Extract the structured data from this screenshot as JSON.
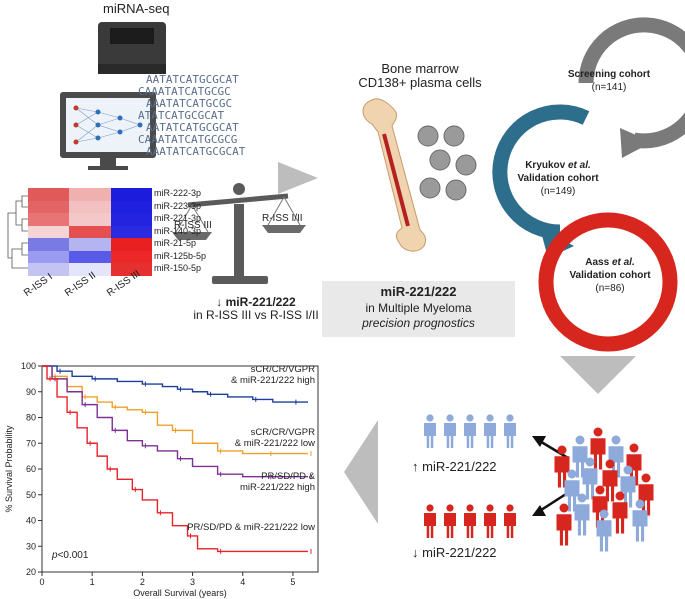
{
  "top_left": {
    "title": "miRNA-seq",
    "sequence_lines": [
      "AATATCATGCGCAT",
      "CAAATATCATGCGC",
      "AAATATCATGCGC",
      "ATATCATGCGCAT",
      "AATATCATGCGCAT",
      "CAAATATCATGCGCG",
      "AAATATCATGCGCAT"
    ]
  },
  "heatmap": {
    "rows": [
      "miR-222-3p",
      "miR-223-3p",
      "miR-221-3p",
      "miR-140-3p",
      "miR-21-5p",
      "miR-125b-5p",
      "miR-150-5p"
    ],
    "columns": [
      "R-ISS I",
      "R-ISS II",
      "R-ISS III"
    ]
  },
  "scale": {
    "left_pan": "R-ISS III",
    "right_pan": "R-ISS I/II",
    "caption_arrow": "↓",
    "caption_bold": "miR-221/222",
    "caption_line2": "in R-ISS III vs R-ISS I/II"
  },
  "sample": {
    "line1": "Bone marrow",
    "line2": "CD138+ plasma cells"
  },
  "message": {
    "bold": "miR-221/222",
    "line2": "in Multiple Myeloma",
    "line3": "precision prognostics"
  },
  "cohorts": [
    {
      "name": "Screening cohort",
      "n": "(n=141)",
      "color": "#7a7a7a"
    },
    {
      "name_prefix": "Kryukov ",
      "name_italic": "et al.",
      "name_suffix": "",
      "line2": "Validation cohort",
      "n": "(n=149)",
      "color": "#2d6e8c"
    },
    {
      "name_prefix": "Aass ",
      "name_italic": "et al.",
      "name_suffix": "",
      "line2": "Validation cohort",
      "n": "(n=86)",
      "color": "#d7261e"
    }
  ],
  "groups": {
    "high": "↑  miR-221/222",
    "low": "↓  miR-221/222",
    "high_color": "#8eaadb",
    "low_color": "#d7261e"
  },
  "chart_data": {
    "type": "line",
    "xlabel": "Overall Survival (years)",
    "ylabel": "% Survival Probability",
    "xlim": [
      0,
      5.5
    ],
    "ylim": [
      20,
      100
    ],
    "xticks": [
      0,
      1,
      2,
      3,
      4,
      5
    ],
    "yticks": [
      20,
      30,
      40,
      50,
      60,
      70,
      80,
      90,
      100
    ],
    "pvalue_prefix": "p",
    "pvalue_suffix": "<0.001",
    "series": [
      {
        "name": "sCR/CR/VGPR & miR-221/222 high",
        "color": "#1f3e9c",
        "x": [
          0,
          0.3,
          0.6,
          1.0,
          1.5,
          2.0,
          2.4,
          2.7,
          3.0,
          3.3,
          3.7,
          4.2,
          4.6,
          5.0,
          5.3
        ],
        "y": [
          100,
          98,
          96,
          95,
          94,
          93,
          92,
          91,
          90,
          89,
          88,
          87,
          86,
          86,
          86
        ]
      },
      {
        "name": "sCR/CR/VGPR & miR-221/222 low",
        "color": "#f0a02a",
        "x": [
          0,
          0.2,
          0.5,
          0.8,
          1.1,
          1.4,
          1.7,
          2.0,
          2.3,
          2.6,
          3.0,
          3.5,
          4.0,
          4.5,
          5.0,
          5.3
        ],
        "y": [
          100,
          96,
          92,
          88,
          86,
          84,
          83,
          82,
          77,
          75,
          70,
          67,
          66,
          66,
          66,
          66
        ]
      },
      {
        "name": "PR/SD/PD & miR-221/222 high",
        "color": "#7b3294",
        "x": [
          0,
          0.2,
          0.5,
          0.8,
          1.1,
          1.4,
          1.7,
          2.0,
          2.3,
          2.7,
          3.0,
          3.5,
          4.0,
          4.5,
          5.0,
          5.3
        ],
        "y": [
          100,
          95,
          90,
          85,
          80,
          75,
          71,
          69,
          67,
          64,
          61,
          58,
          57,
          57,
          57,
          57
        ]
      },
      {
        "name": "PR/SD/PD & miR-221/222 low",
        "color": "#e8232a",
        "x": [
          0,
          0.1,
          0.3,
          0.5,
          0.7,
          0.9,
          1.1,
          1.3,
          1.5,
          1.8,
          2.0,
          2.3,
          2.6,
          2.9,
          3.1,
          3.5,
          4.0,
          5.3
        ],
        "y": [
          100,
          95,
          88,
          82,
          76,
          70,
          65,
          60,
          56,
          52,
          48,
          43,
          38,
          34,
          29,
          28,
          28,
          28
        ]
      }
    ]
  }
}
